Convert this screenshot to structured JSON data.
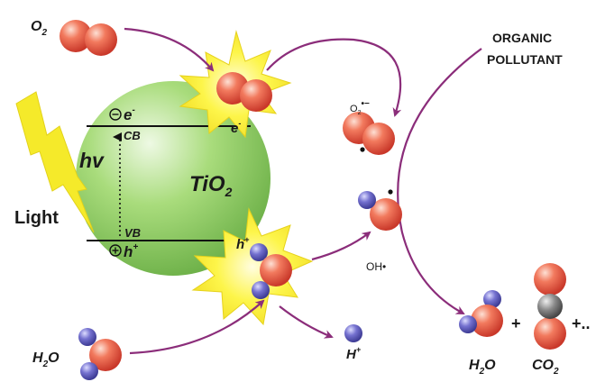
{
  "labels": {
    "o2_input": "O",
    "o2_input_sub": "2",
    "organic_l1": "ORGANIC",
    "organic_l2": "POLLUTANT",
    "superoxide": "O",
    "superoxide_sub": "2",
    "superoxide_sup": "•−",
    "electron_band": "e",
    "electron_band_sup": "-",
    "cb": "CB",
    "electron_star": "e",
    "electron_star_sup": "-",
    "hv": "hv",
    "tio2": "TiO",
    "tio2_sub": "2",
    "light": "Light",
    "vb": "VB",
    "hole_band": "h",
    "hole_band_sup": "+",
    "hole_star": "h",
    "hole_star_sup": "+",
    "hydroxyl": "OH•",
    "h2o_input": "H",
    "h2o_input_sub": "2",
    "h2o_input_end": "O",
    "h_plus": "H",
    "h_plus_sup": "+",
    "plus1": "+",
    "plus2": "+..",
    "h2o_output": "H",
    "h2o_output_sub": "2",
    "h2o_output_end": "O",
    "co2": "CO",
    "co2_sub": "2"
  },
  "colors": {
    "sphere": "#8fcf5f",
    "sphere_light": "#e4f5d2",
    "oxygen": "#e8503c",
    "hydrogen": "#5a58b8",
    "carbon": "#6e6e6e",
    "burst": "#fdf23a",
    "arrow": "#8b2d7a",
    "bolt": "#f5ea2a"
  }
}
